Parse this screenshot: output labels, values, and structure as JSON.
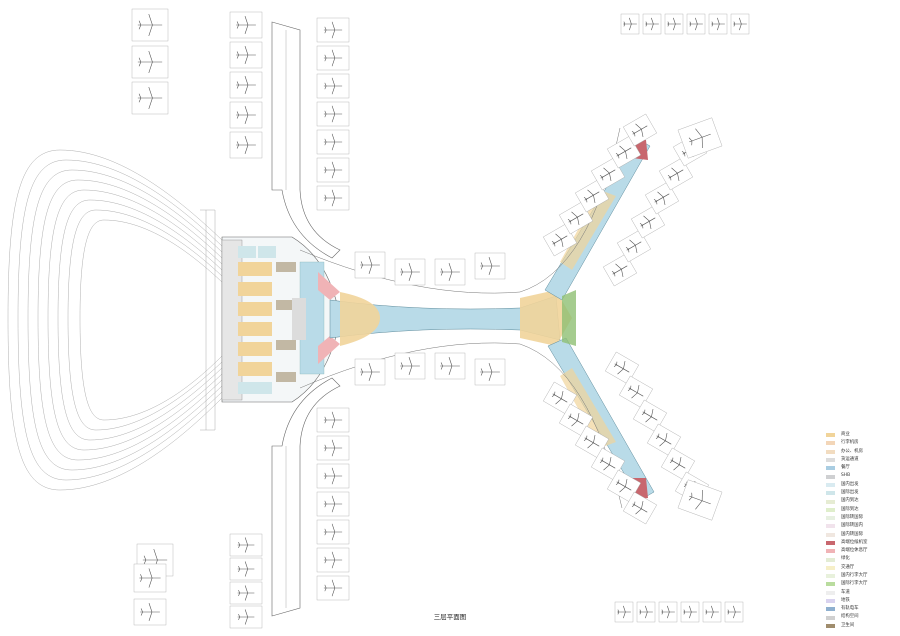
{
  "caption": "三层平面图",
  "colors": {
    "concourse": "#b9dbe8",
    "commercial": "#f1d49a",
    "pier_green": "#8fbf73",
    "outline": "#777777"
  },
  "legend": [
    {
      "label": "商业",
      "color": "#f1d49a"
    },
    {
      "label": "行李机房",
      "color": "#f3d6b8"
    },
    {
      "label": "办公、机房",
      "color": "#f2dcc0"
    },
    {
      "label": "货运通道",
      "color": "#dcdcdc"
    },
    {
      "label": "餐厅",
      "color": "#a9cde2"
    },
    {
      "label": "SHB",
      "color": "#cfd0d2"
    },
    {
      "label": "国内出发",
      "color": "#d9ebf1"
    },
    {
      "label": "国际出发",
      "color": "#cfe6ea"
    },
    {
      "label": "国内到达",
      "color": "#e6ecd3"
    },
    {
      "label": "国际到达",
      "color": "#dfeecb"
    },
    {
      "label": "国际转国际",
      "color": "#e7f0e1"
    },
    {
      "label": "国际转国内",
      "color": "#f1e3ec"
    },
    {
      "label": "国内转国际",
      "color": "#f0e7e0"
    },
    {
      "label": "高端位候机室",
      "color": "#c8676e"
    },
    {
      "label": "高端位休息厅",
      "color": "#f0b3b6"
    },
    {
      "label": "绿化",
      "color": "#e3ecd4"
    },
    {
      "label": "交通厅",
      "color": "#f6efc8"
    },
    {
      "label": "国内行李大厅",
      "color": "#e8f1dc"
    },
    {
      "label": "国际行李大厅",
      "color": "#b9dc9e"
    },
    {
      "label": "车道",
      "color": "#eeeeee"
    },
    {
      "label": "地铁",
      "color": "#d9d3ef"
    },
    {
      "label": "有轨电车",
      "color": "#8fb0cf"
    },
    {
      "label": "结构空间",
      "color": "#d0d0d0"
    },
    {
      "label": "卫生间",
      "color": "#a08d6d"
    }
  ]
}
